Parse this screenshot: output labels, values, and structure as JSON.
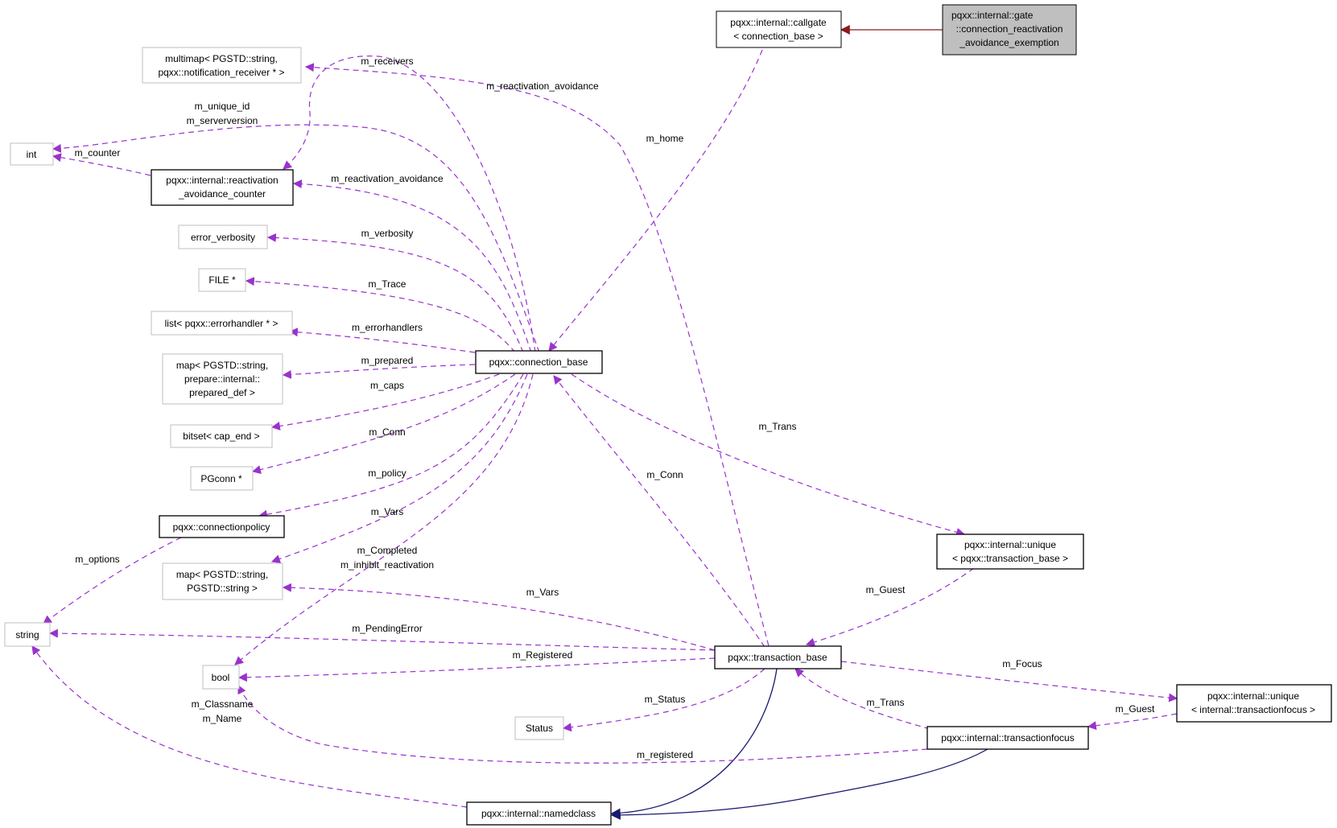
{
  "colors": {
    "edge_usage": "#9a32cd",
    "edge_inheritance": "#191970",
    "edge_template": "#8b1a1a",
    "box_documented": "#000000",
    "box_undocumented": "#bfbfbf",
    "focus_fill": "#bfbfbf"
  },
  "nodes": {
    "gate_exemption": [
      "pqxx::internal::gate",
      "::connection_reactivation",
      "_avoidance_exemption"
    ],
    "callgate": [
      "pqxx::internal::callgate",
      "< connection_base >"
    ],
    "multimap": [
      "multimap< PGSTD::string,",
      "pqxx::notification_receiver * >"
    ],
    "int": [
      "int"
    ],
    "reactivation_counter": [
      "pqxx::internal::reactivation",
      "_avoidance_counter"
    ],
    "error_verbosity": [
      "error_verbosity"
    ],
    "file": [
      "FILE *"
    ],
    "errorhandlers_list": [
      "list< pqxx::errorhandler * >"
    ],
    "prepared_map": [
      "map< PGSTD::string,",
      "prepare::internal::",
      "prepared_def >"
    ],
    "bitset": [
      "bitset< cap_end >"
    ],
    "pgconn": [
      "PGconn *"
    ],
    "connectionpolicy": [
      "pqxx::connectionpolicy"
    ],
    "vars_map": [
      "map< PGSTD::string,",
      "PGSTD::string >"
    ],
    "string": [
      "string"
    ],
    "bool": [
      "bool"
    ],
    "status": [
      "Status"
    ],
    "connection_base": [
      "pqxx::connection_base"
    ],
    "unique_transaction_base": [
      "pqxx::internal::unique",
      "< pqxx::transaction_base >"
    ],
    "transaction_base": [
      "pqxx::transaction_base"
    ],
    "unique_transactionfocus": [
      "pqxx::internal::unique",
      "< internal::transactionfocus >"
    ],
    "transactionfocus": [
      "pqxx::internal::transactionfocus"
    ],
    "namedclass": [
      "pqxx::internal::namedclass"
    ]
  },
  "edge_labels": {
    "m_receivers": "m_receivers",
    "m_reactivation_avoidance_top": "m_reactivation_avoidance",
    "m_home": "m_home",
    "m_unique_id": "m_unique_id",
    "m_serverversion": "m_serverversion",
    "m_counter": "m_counter",
    "m_reactivation_avoidance": "m_reactivation_avoidance",
    "m_verbosity": "m_verbosity",
    "m_trace": "m_Trace",
    "m_errorhandlers": "m_errorhandlers",
    "m_prepared": "m_prepared",
    "m_caps": "m_caps",
    "m_conn_pg": "m_Conn",
    "m_policy": "m_policy",
    "m_vars_conn": "m_Vars",
    "m_completed": "m_Completed",
    "m_inhibit_reactivation": "m_inhibit_reactivation",
    "m_options": "m_options",
    "m_conn_tx": "m_Conn",
    "m_trans": "m_Trans",
    "m_guest_tx": "m_Guest",
    "m_vars_tx": "m_Vars",
    "m_pending_error": "m_PendingError",
    "m_registered_tx": "m_Registered",
    "m_focus": "m_Focus",
    "m_status": "m_Status",
    "m_trans_focus": "m_Trans",
    "m_guest_focus": "m_Guest",
    "m_classname": "m_Classname",
    "m_name": "m_Name",
    "m_registered_focus": "m_registered"
  }
}
